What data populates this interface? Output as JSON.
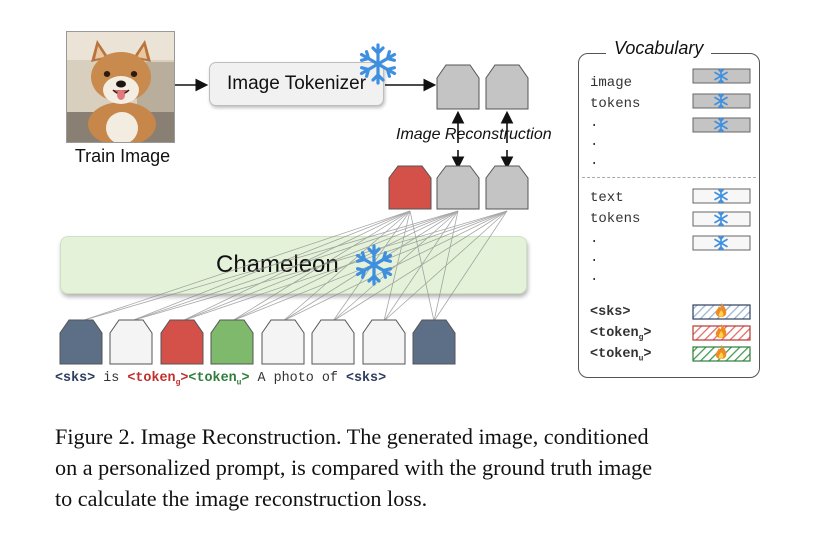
{
  "figure": {
    "train_image_label": "Train Image",
    "tokenizer_label": "Image Tokenizer",
    "reconstruction_label": "Image Reconstruction",
    "chameleon_label": "Chameleon",
    "prompt": {
      "sks_1": "<sks>",
      "is": " is ",
      "token_g": "<token",
      "token_g_sub": "g",
      "token_g_close": ">",
      "token_u": "<token",
      "token_u_sub": "u",
      "token_u_close": ">",
      "middle": " A photo of ",
      "sks_2": "<sks>"
    },
    "vocabulary": {
      "title": "Vocabulary",
      "image_tokens_line1": "image",
      "image_tokens_line2": "tokens",
      "text_tokens_line1": "text",
      "text_tokens_line2": "tokens",
      "dot": ".",
      "sks": "<sks>",
      "token_g": "<token",
      "token_g_sub": "g",
      "token_g_close": ">",
      "token_u": "<token",
      "token_u_sub": "u",
      "token_u_close": ">"
    },
    "colors": {
      "slate_token": "#5c6f86",
      "red_token": "#d4514a",
      "green_token": "#7fba6c",
      "white_token": "#f4f4f4",
      "gray_token": "#c4c4c4",
      "snowflake": "#3e8fe0",
      "chameleon_fill": "#e5f2da"
    },
    "icons": [
      "snowflake-icon",
      "fire-icon",
      "dog-photo"
    ]
  },
  "caption": {
    "line1": "Figure 2. Image Reconstruction. The generated image, conditioned",
    "line2": "on a personalized prompt, is compared with the ground truth image",
    "line3": "to calculate the image reconstruction loss."
  }
}
